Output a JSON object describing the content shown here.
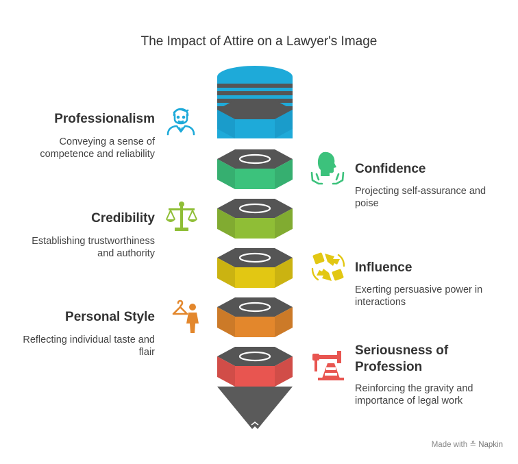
{
  "title": "The Impact of Attire on a Lawyer's Image",
  "items": [
    {
      "label": "Professionalism",
      "desc_lines": [
        "Conveying a sense of",
        "competence and reliability"
      ],
      "color": "#1eaad9"
    },
    {
      "label": "Confidence",
      "desc_lines": [
        "Projecting self-assurance and",
        "poise"
      ],
      "color": "#3cc27c"
    },
    {
      "label": "Credibility",
      "desc_lines": [
        "Establishing trustworthiness",
        "and authority"
      ],
      "color": "#8fbe36"
    },
    {
      "label": "Influence",
      "desc_lines": [
        "Exerting persuasive power in",
        "interactions"
      ],
      "color": "#e2c713"
    },
    {
      "label": "Personal Style",
      "desc_lines": [
        "Reflecting individual taste and",
        "flair"
      ],
      "color": "#e3872c"
    },
    {
      "label_lines": [
        "Seriousness of",
        "Profession"
      ],
      "desc_lines": [
        "Reinforcing the gravity and",
        "importance of legal work"
      ],
      "color": "#e85550"
    }
  ],
  "icons": [
    "lawyer-icon",
    "confidence-head-icon",
    "scales-icon",
    "influence-arrows-icon",
    "hanger-person-icon",
    "seriousness-icon"
  ],
  "footer": {
    "made_with": "Made with",
    "brand": "Napkin"
  }
}
